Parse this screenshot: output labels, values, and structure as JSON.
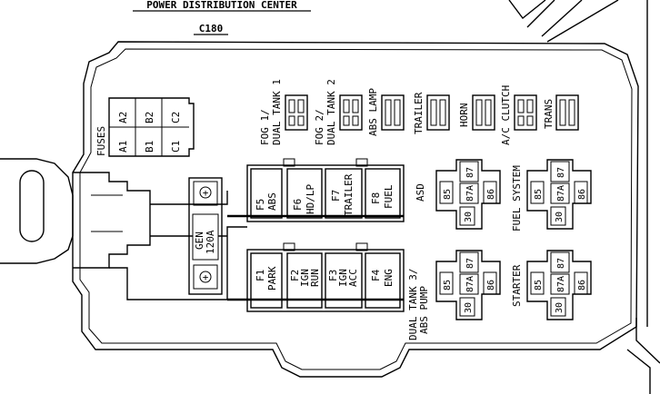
{
  "header": {
    "title": "POWER DISTRIBUTION CENTER",
    "connector": "C180"
  },
  "fuse_block": {
    "label": "FUSES",
    "cells": [
      "A2",
      "B2",
      "C2",
      "A1",
      "B1",
      "C1"
    ]
  },
  "mini_fuses": [
    {
      "label": "FOG 1/ DUAL TANK 1"
    },
    {
      "label": "FOG 2/ DUAL TANK 2"
    },
    {
      "label": "ABS LAMP"
    },
    {
      "label": "TRAILER"
    },
    {
      "label": "HORN"
    },
    {
      "label": "A/C CLUTCH"
    },
    {
      "label": "TRANS"
    }
  ],
  "maxi_fuses_top": [
    {
      "id": "F5",
      "name": "ABS"
    },
    {
      "id": "F6",
      "name": "HD/LP"
    },
    {
      "id": "F7",
      "name": "TRAILER"
    },
    {
      "id": "F8",
      "name": "FUEL"
    }
  ],
  "maxi_fuses_bottom": [
    {
      "id": "F1",
      "name": "PARK"
    },
    {
      "id": "F2",
      "name": "IGN RUN"
    },
    {
      "id": "F3",
      "name": "IGN ACC"
    },
    {
      "id": "F4",
      "name": "ENG"
    }
  ],
  "generator_fuse": {
    "label": "GEN 120A",
    "terminal_symbol": "+"
  },
  "relays": [
    {
      "label": "ASD",
      "pins": [
        "85",
        "87",
        "87A",
        "86",
        "30"
      ]
    },
    {
      "label": "FUEL SYSTEM",
      "pins": [
        "85",
        "87",
        "87A",
        "86",
        "30"
      ]
    },
    {
      "label": "DUAL TANK 3/ ABS PUMP",
      "pins": [
        "85",
        "87",
        "87A",
        "86",
        "30"
      ]
    },
    {
      "label": "STARTER",
      "pins": [
        "85",
        "87",
        "87A",
        "86",
        "30"
      ]
    }
  ]
}
